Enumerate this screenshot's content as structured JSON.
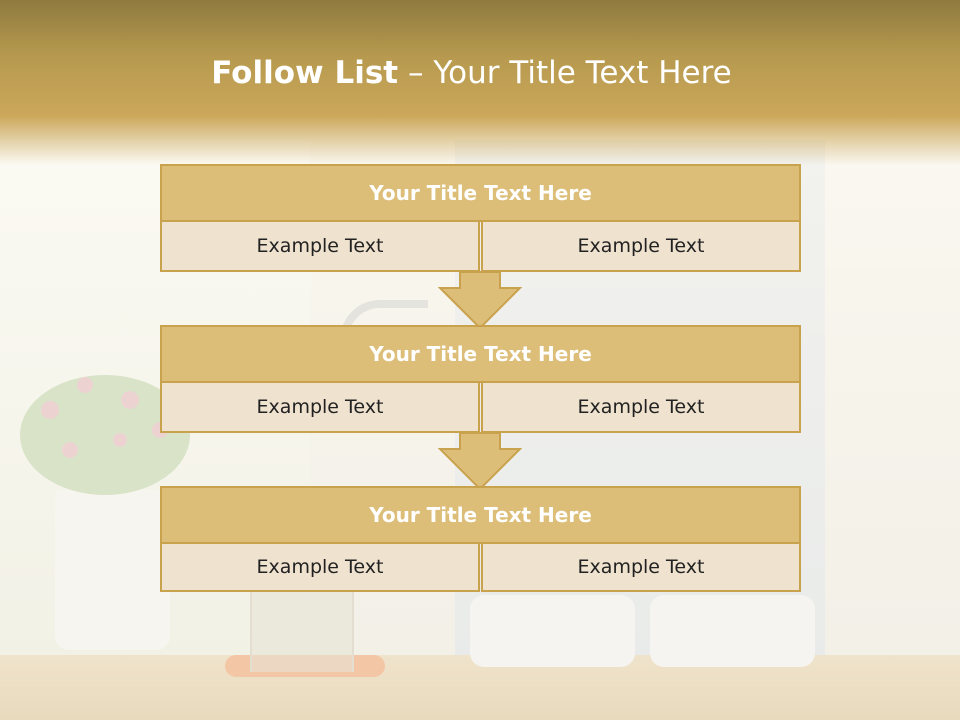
{
  "slide": {
    "title_bold": "Follow List",
    "title_rest": " – Your Title Text Here"
  },
  "steps": [
    {
      "title": "Your Title Text Here",
      "left_text": "Example Text",
      "right_text": "Example Text"
    },
    {
      "title": "Your Title Text Here",
      "left_text": "Example Text",
      "right_text": "Example Text"
    },
    {
      "title": "Your Title Text Here",
      "left_text": "Example Text",
      "right_text": "Example Text"
    }
  ],
  "colors": {
    "header_gold": "#b79a4f",
    "box_header_fill": "#dcbe78",
    "box_border": "#c9a24e",
    "box_cell_fill": "#efe2cf",
    "arrow_fill": "#dcbe78"
  },
  "icons": {
    "connector": "down-arrow-icon"
  }
}
